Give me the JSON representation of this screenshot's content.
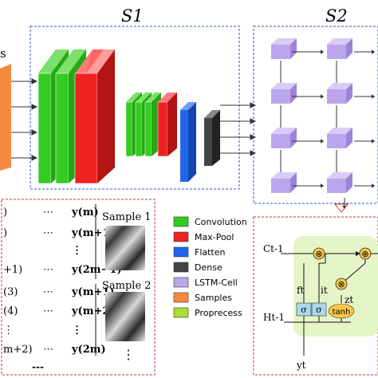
{
  "stages": {
    "s1": "S1",
    "s2": "S2"
  },
  "samples_label_fragment": "s",
  "legend": [
    {
      "label": "Convolution",
      "color": "#33cc22"
    },
    {
      "label": "Max-Pool",
      "color": "#ee2222"
    },
    {
      "label": "Flatten",
      "color": "#2266ee"
    },
    {
      "label": "Dense",
      "color": "#444444"
    },
    {
      "label": "LSTM-Cell",
      "color": "#b9a6ec"
    },
    {
      "label": "Samples",
      "color": "#f68a40"
    },
    {
      "label": "Proprecess",
      "color": "#aade33"
    }
  ],
  "sample_table": {
    "rows": [
      {
        "left": ")",
        "dots": "⋯",
        "right": "y(m)"
      },
      {
        "left": ")",
        "dots": "⋯",
        "right": "y(m+1)"
      },
      {
        "left": "",
        "dots": "",
        "right": "⋮"
      },
      {
        "left": "+1)",
        "dots": "⋯",
        "right": "y(2m−1)"
      },
      {
        "left": "(3)",
        "dots": "⋯",
        "right": "y(m+1)"
      },
      {
        "left": "(4)",
        "dots": "⋯",
        "right": "y(m+2)"
      },
      {
        "left": "⋮",
        "dots": "",
        "right": "⋮"
      },
      {
        "left": "m+2)",
        "dots": "⋯",
        "right": "y(2m)"
      }
    ],
    "sample1": "Sample 1",
    "sample2": "Sample 2",
    "vdots": "⋮",
    "dashes": "---"
  },
  "lstm": {
    "c_prev": "Ct-1",
    "h_prev": "Ht-1",
    "y": "yt",
    "f": "ft",
    "i": "it",
    "z": "zt",
    "sigma": "σ",
    "tanh": "tanh",
    "times": "⊗",
    "plus": "⊕"
  },
  "colors": {
    "conv": "#33cc22",
    "pool": "#ee2222",
    "flatten": "#2266ee",
    "dense": "#444444",
    "lstm": "#b9a6ec",
    "samples": "#f68a40",
    "preprocess": "#aade33",
    "dashed_blue": "#3355bb",
    "dashed_red": "#cc3333",
    "cell_bg": "#e6f5c8",
    "gate_box": "#a9d8e8",
    "mult": "#f7c84a"
  }
}
